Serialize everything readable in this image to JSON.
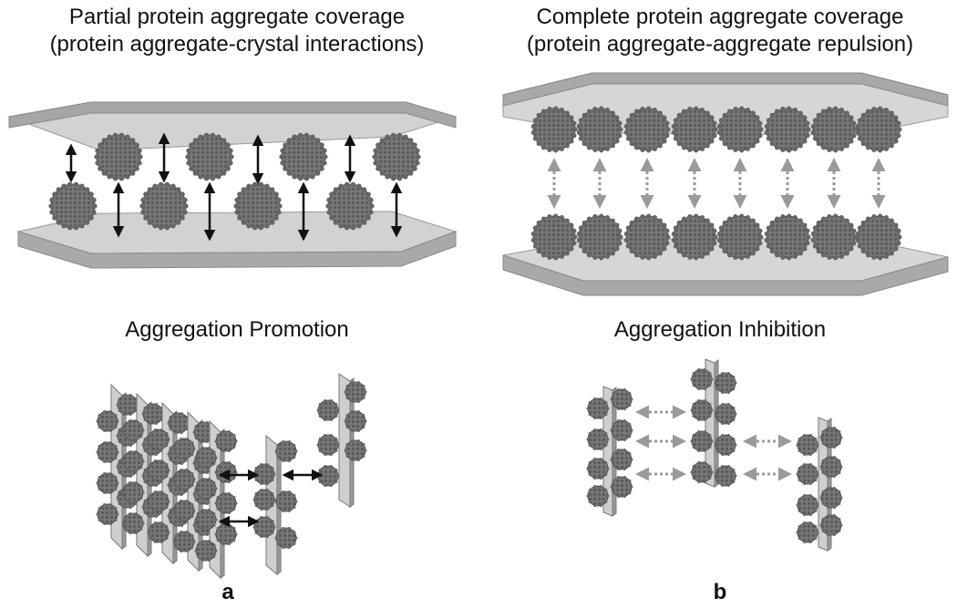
{
  "panel_a": {
    "heading_line1": "Partial protein aggregate coverage",
    "heading_line2": "(protein aggregate-crystal interactions)",
    "subheading": "Aggregation Promotion",
    "label": "a"
  },
  "panel_b": {
    "heading_line1": "Complete protein aggregate coverage",
    "heading_line2": "(protein aggregate-aggregate repulsion)",
    "subheading": "Aggregation Inhibition",
    "label": "b"
  },
  "colors": {
    "crystal_face": "#c8c8c8",
    "crystal_edge": "#8a8a8a",
    "crystal_top": "#a9a9a9",
    "aggregate": "#6f6f6f",
    "attract_arrow": "#111111",
    "repel_arrow": "#9a9a9a"
  }
}
